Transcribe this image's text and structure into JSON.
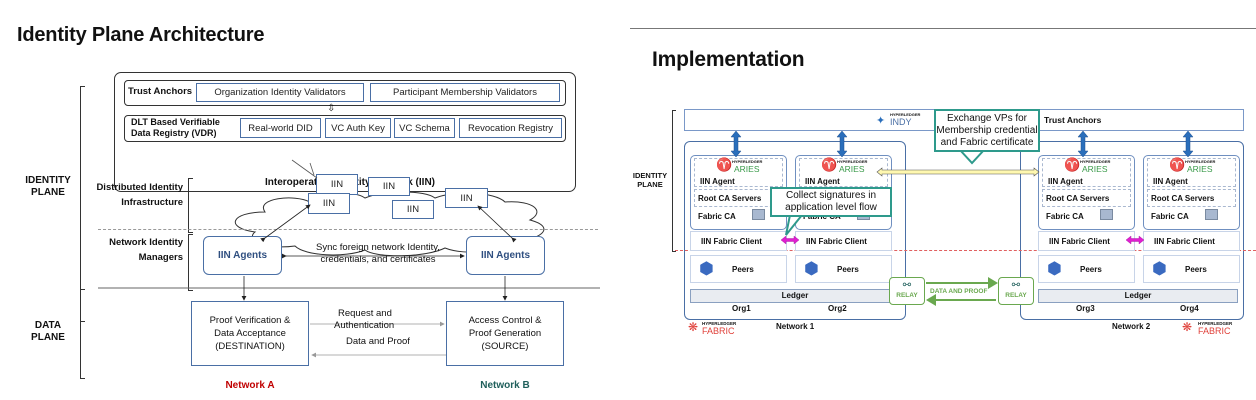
{
  "left": {
    "title": "Identity Plane Architecture",
    "planes": {
      "identity": "IDENTITY PLANE",
      "data": "DATA PLANE"
    },
    "layers": {
      "distributed": "Distributed Identity Infrastructure",
      "network_managers": "Network Identity Managers"
    },
    "iin": {
      "title": "Interoperation Identity Network (IIN)",
      "trust_anchors_label": "Trust Anchors",
      "trust_anchors": [
        "Organization Identity Validators",
        "Participant Membership Validators"
      ],
      "vdr_label_1": "DLT Based Verifiable",
      "vdr_label_2": "Data Registry (VDR)",
      "vdr_items": [
        "Real-world DID",
        "VC Auth Key",
        "VC Schema",
        "Revocation Registry"
      ]
    },
    "cloud_nodes": [
      "IIN",
      "IIN",
      "IIN",
      "IIN",
      "IIN"
    ],
    "agents": [
      "IIN Agents",
      "IIN Agents"
    ],
    "sync_text_1": "Sync foreign network Identity,",
    "sync_text_2": "credentials, and certificates",
    "destination": {
      "l1": "Proof Verification &",
      "l2": "Data Acceptance",
      "l3": "(DESTINATION)",
      "network": "Network A"
    },
    "source": {
      "l1": "Access Control &",
      "l2": "Proof Generation",
      "l3": "(SOURCE)",
      "network": "Network B"
    },
    "request_1": "Request and",
    "request_2": "Authentication",
    "data_proof": "Data and Proof",
    "colors": {
      "network_a": "#c00000",
      "network_b": "#1f5f5b",
      "box_border": "#4a6fa5"
    }
  },
  "right": {
    "title": "Implementation",
    "identity_plane": "IDENTITY PLANE",
    "trust_anchors": "Trust Anchors",
    "indy_brand_small": "HYPERLEDGER",
    "indy_brand": "INDY",
    "callout_exchange": "Exchange VPs for Membership credential and Fabric certificate",
    "callout_collect": "Collect signatures in application level flow",
    "aries_small": "HYPERLEDGER",
    "aries": "ARIES",
    "iin_agent": "IIN Agent",
    "root_ca": "Root CA Servers",
    "fabric_ca": "Fabric CA",
    "iin_fabric_client": "IIN Fabric Client",
    "peers": "Peers",
    "ledger": "Ledger",
    "orgs": [
      "Org1",
      "Org2",
      "Org3",
      "Org4"
    ],
    "networks": [
      "Network 1",
      "Network 2"
    ],
    "relay": "RELAY",
    "data_and_proof": "DATA AND PROOF",
    "fabric_small": "HYPERLEDGER",
    "fabric": "FABRIC",
    "colors": {
      "aries": "#3a9a4a",
      "fabric": "#e0403a",
      "relay": "#6aa84f",
      "callout": "#2e9a8c",
      "magenta": "#e020d0"
    }
  }
}
